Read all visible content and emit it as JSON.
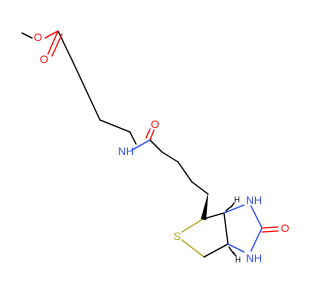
{
  "atoms": {
    "ester_o_single": "O",
    "ester_o_double": "O",
    "amide_nh": "NH",
    "amide_o": "O",
    "ring_s": "S",
    "ureido_nh_top": "NH",
    "ureido_nh_bottom": "NH",
    "ureido_o": "O",
    "stereo_h_top": "H",
    "stereo_h_bottom": "H"
  },
  "colors": {
    "bond": "#000000",
    "oxygen": "#ff0d0d",
    "nitrogen": "#3050f8",
    "sulfur": "#b5a21c"
  }
}
